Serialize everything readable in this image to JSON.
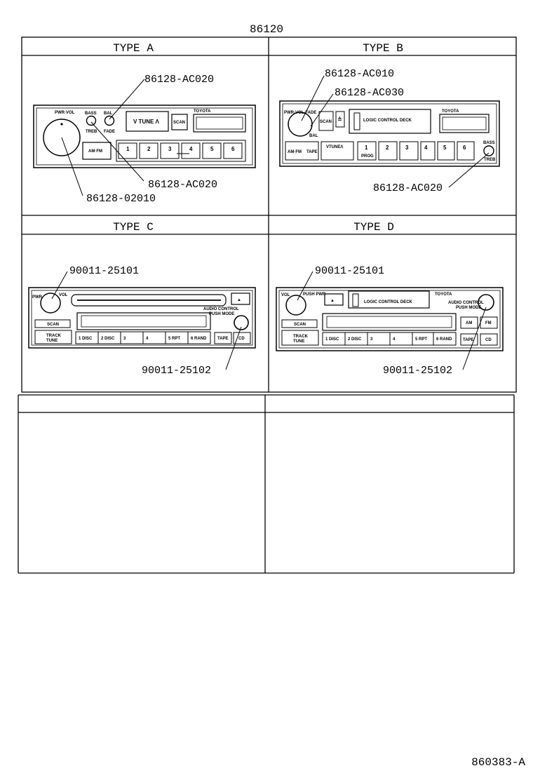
{
  "assembly_number": "86120",
  "drawing_code": "860383-A",
  "types": [
    {
      "title": "TYPE A",
      "callouts": [
        "86128-AC020",
        "86128-AC020",
        "86128-02010"
      ],
      "panel_text": {
        "knob": "PWR·VOL",
        "bass": "BASS",
        "bal": "BAL",
        "treb": "TREB",
        "fade": "FADE",
        "tune": "V TUNE Λ",
        "scan": "SCAN",
        "brand": "TOYOTA",
        "amfm": "AM·FM",
        "presets": [
          "1",
          "2",
          "3",
          "4",
          "5",
          "6"
        ]
      }
    },
    {
      "title": "TYPE B",
      "callouts": [
        "86128-AC010",
        "86128-AC030",
        "86128-AC020"
      ],
      "panel_text": {
        "knob": "PWR·VOL·FADE",
        "bal": "BAL",
        "scan": "SCAN",
        "deck": "LOGIC CONTROL DECK",
        "brand": "TOYOTA",
        "amfm": "AM·FM",
        "tape": "TAPE",
        "tune": "VTUNEΛ",
        "presets": [
          "1",
          "2",
          "3",
          "4",
          "5",
          "6"
        ],
        "prog": "PROG",
        "bass": "BASS",
        "treb": "TREB"
      }
    },
    {
      "title": "TYPE C",
      "callouts": [
        "90011-25101",
        "90011-25102"
      ],
      "panel_text": {
        "pwr": "PWR",
        "vol": "VOL",
        "scan": "SCAN",
        "track": "TRACK",
        "tune": "TUNE",
        "audio": "AUDIO CONTROL",
        "mode": "PUSH MODE",
        "presets": [
          "1 DISC",
          "2 DISC",
          "3",
          "4",
          "5 RPT",
          "6 RAND"
        ],
        "tape": "TAPE",
        "cd": "CD"
      }
    },
    {
      "title": "TYPE D",
      "callouts": [
        "90011-25101",
        "90011-25102"
      ],
      "panel_text": {
        "vol": "VOL",
        "pwr": "PUSH PWR",
        "deck": "LOGIC CONTROL DECK",
        "brand": "TOYOTA",
        "audio": "AUDIO CONTROL",
        "mode": "PUSH MODE",
        "scan": "SCAN",
        "track": "TRACK",
        "tune": "TUNE",
        "presets": [
          "1 DISC",
          "2 DISC",
          "3",
          "4",
          "5 RPT",
          "6 RAND"
        ],
        "am": "AM",
        "fm": "FM",
        "tape": "TAPE",
        "cd": "CD"
      }
    }
  ]
}
